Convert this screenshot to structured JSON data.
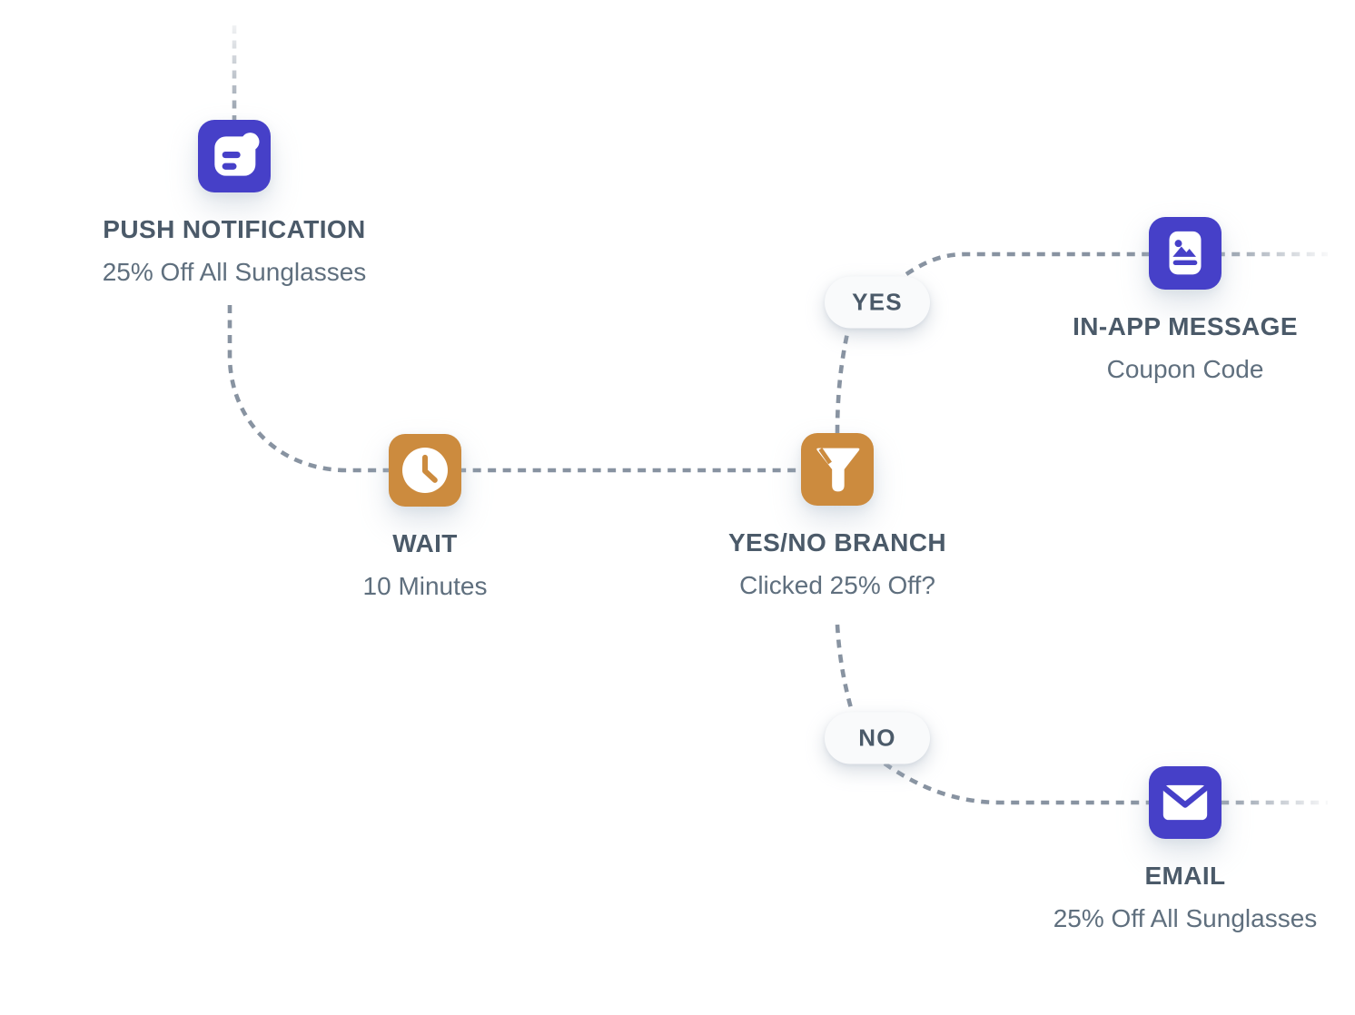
{
  "diagram": {
    "type": "marketing-automation-workflow",
    "nodes": [
      {
        "id": "push-notification",
        "icon": "notification-icon",
        "title": "PUSH NOTIFICATION",
        "subtitle": "25% Off All Sunglasses",
        "accent": "#4640C8"
      },
      {
        "id": "wait",
        "icon": "clock-icon",
        "title": "WAIT",
        "subtitle": "10 Minutes",
        "accent": "#CC8B3E"
      },
      {
        "id": "yes-no-branch",
        "icon": "filter-icon",
        "title": "YES/NO BRANCH",
        "subtitle": "Clicked 25% Off?",
        "accent": "#CC8B3E"
      },
      {
        "id": "in-app-message",
        "icon": "image-card-icon",
        "title": "IN-APP MESSAGE",
        "subtitle": "Coupon Code",
        "accent": "#4640C8"
      },
      {
        "id": "email",
        "icon": "envelope-icon",
        "title": "EMAIL",
        "subtitle": "25% Off All Sunglasses",
        "accent": "#4640C8"
      }
    ],
    "branch_labels": {
      "yes": "YES",
      "no": "NO"
    },
    "edges": [
      {
        "from": "start",
        "to": "push-notification"
      },
      {
        "from": "push-notification",
        "to": "wait"
      },
      {
        "from": "wait",
        "to": "yes-no-branch"
      },
      {
        "from": "yes-no-branch",
        "to": "in-app-message",
        "label": "YES"
      },
      {
        "from": "yes-no-branch",
        "to": "email",
        "label": "NO"
      }
    ],
    "colors": {
      "purple_accent": "#4640C8",
      "orange_accent": "#CC8B3E",
      "dash_line": "#8893A1",
      "title_text": "#4B5A69",
      "subtitle_text": "#5F6F7E",
      "pill_background": "#F9FAFB",
      "pill_text": "#4B5A69",
      "background": "#FFFFFF"
    }
  }
}
